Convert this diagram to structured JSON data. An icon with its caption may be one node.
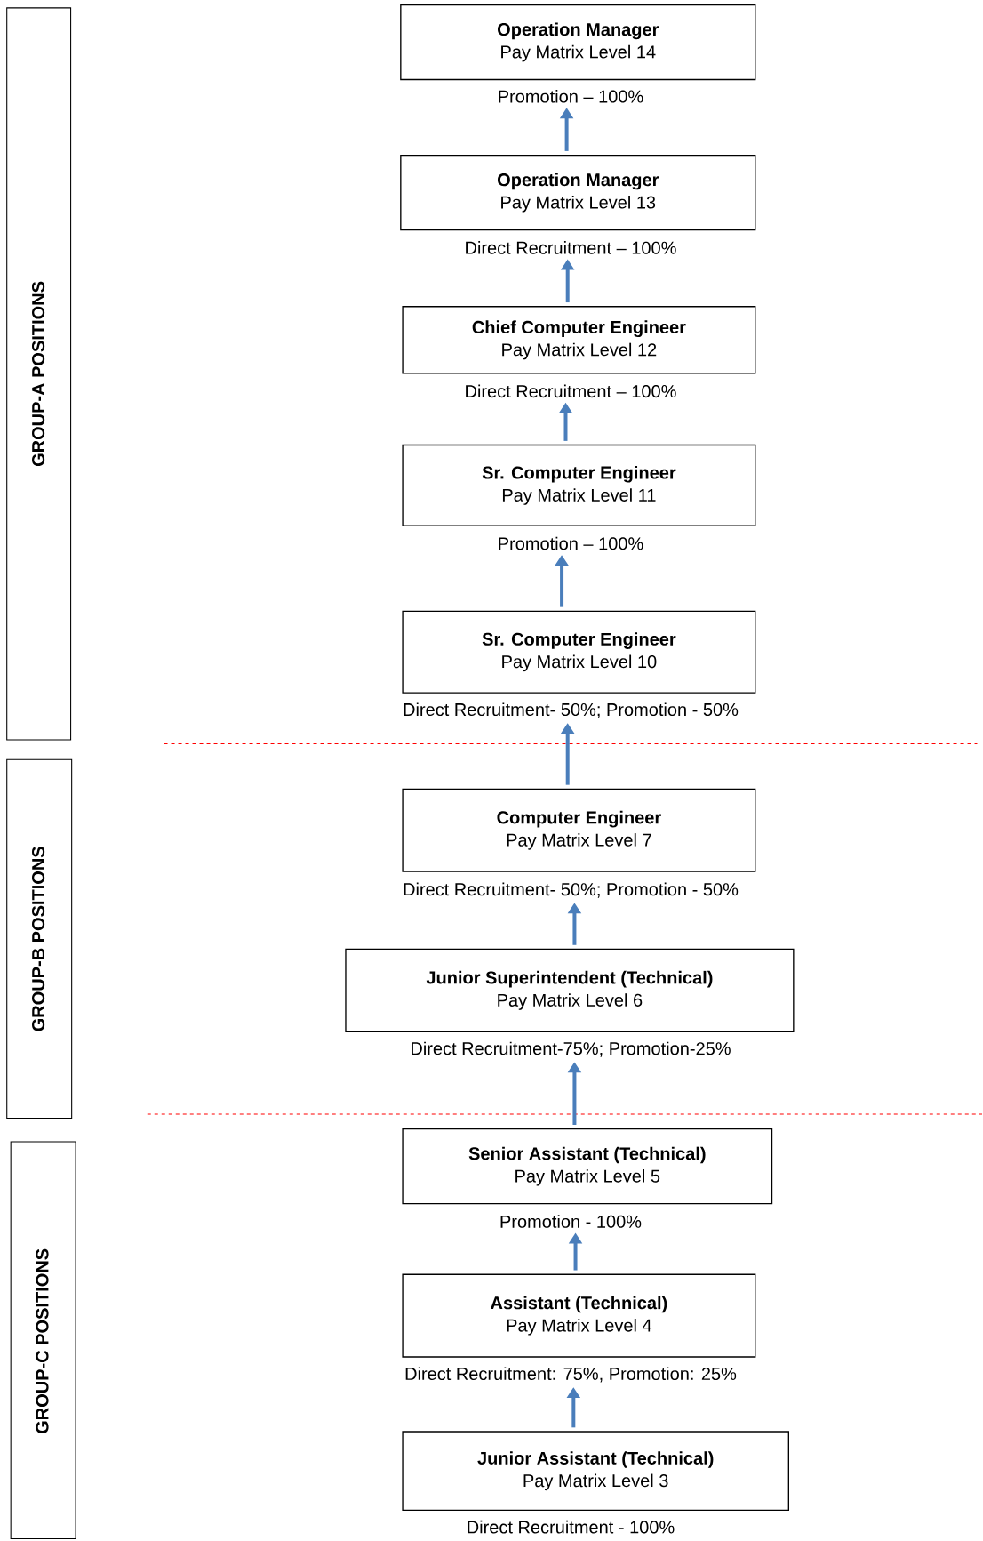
{
  "diagram": {
    "nodes": [
      {
        "text": [
          "Operation Manager",
          "Pay Matrix Level 14"
        ],
        "beside": [
          "Promotion – 100%"
        ]
      },
      {
        "text": [
          "Operation Manager",
          "Pay Matrix Level 13"
        ],
        "beside": [
          "Direct Recruitment – 100%"
        ]
      },
      {
        "text": [
          "Chief Computer Engineer",
          "Pay Matrix Level 12"
        ],
        "beside": [
          "Direct Recruitment – 100%"
        ]
      },
      {
        "text": [
          "Sr. Computer Engineer",
          "Pay Matrix Level 11"
        ],
        "beside": [
          "Promotion – 100%"
        ]
      },
      {
        "text": [
          "Sr. Computer Engineer",
          "Pay Matrix Level 10"
        ],
        "beside": [
          "Direct Recruitment- 50%; Promotion - 50%"
        ]
      },
      {
        "text": [
          "Computer Engineer",
          "Pay Matrix Level 7"
        ],
        "beside": [
          "Direct Recruitment- 50%; Promotion - 50%"
        ]
      },
      {
        "text": [
          "Junior Superintendent (Technical)",
          "Pay Matrix Level 6"
        ],
        "beside": [
          "Direct Recruitment-75%; Promotion-25%"
        ]
      },
      {
        "text": [
          "Senior Assistant (Technical)",
          "Pay Matrix Level 5"
        ],
        "beside": [
          "Promotion - 100%"
        ]
      },
      {
        "text": [
          "Assistant (Technical)",
          "Pay Matrix Level 4"
        ],
        "beside": [
          "Direct Recruitment: 75%, Promotion: 25%"
        ]
      },
      {
        "text": [
          "Junior Assistant (Technical)",
          "Pay Matrix Level 3"
        ],
        "beside": [
          "Direct Recruitment - 100%"
        ]
      },
      {
        "text": [
          "GROUP-A POSITIONS"
        ]
      },
      {
        "text": [
          "GROUP-B POSITIONS"
        ]
      },
      {
        "text": [
          "GROUP-C POSITIONS"
        ]
      }
    ],
    "edges": [
      {
        "from": 1,
        "to": 0,
        "arrow": "to"
      },
      {
        "from": 2,
        "to": 1,
        "arrow": "to"
      },
      {
        "from": 3,
        "to": 2,
        "arrow": "to"
      },
      {
        "from": 4,
        "to": 3,
        "arrow": "to"
      },
      {
        "from": 5,
        "to": 4,
        "arrow": "to"
      },
      {
        "from": 6,
        "to": 5,
        "arrow": "to"
      },
      {
        "from": 7,
        "to": 6,
        "arrow": "to"
      },
      {
        "from": 8,
        "to": 7,
        "arrow": "to"
      },
      {
        "from": 9,
        "to": 8,
        "arrow": "to"
      }
    ]
  }
}
